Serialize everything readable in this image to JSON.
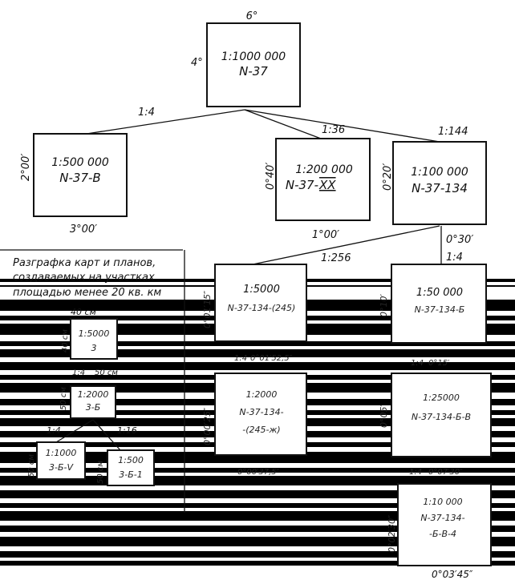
{
  "top": {
    "width_label": "6°",
    "height_label": "4°",
    "scale": "1:1000 000",
    "sheet": "N-37"
  },
  "ratios": {
    "r500": "1:4",
    "r200": "1:36",
    "r100": "1:144",
    "r50": "1:256",
    "r10k_from_100": "1:4"
  },
  "sheet500": {
    "height_label": "2°00′",
    "width_label": "3°00′",
    "scale": "1:500 000",
    "sheet": "N-37-В"
  },
  "sheet200": {
    "height_label": "0°40′",
    "width_label": "1°00′",
    "scale": "1:200 000",
    "sheet": "N-37-",
    "suffix": "XX"
  },
  "sheet100": {
    "height_label": "0°20′",
    "width_label": "0°30′",
    "scale": "1:100 000",
    "sheet": "N-37-134"
  },
  "note": {
    "line1": "Разграфка карт и планов,",
    "line2": "создаваемых на участках",
    "line3": "площадью менее 20 кв. км"
  },
  "plan5000": {
    "width_label": "40 см",
    "side_label": "40 см",
    "scale": "1:5000",
    "sheet": "3"
  },
  "plan2000": {
    "ratio": "1:4",
    "width_label": "50 см",
    "side_label": "50 см",
    "scale": "1:2000",
    "sheet": "3-Б"
  },
  "plan1000": {
    "ratio": "1:4",
    "side_label": "50 см",
    "scale": "1:1000",
    "sheet": "3-Б-V"
  },
  "plan500": {
    "ratio": "1:16",
    "side_label": "50 см",
    "scale": "1:500",
    "sheet": "3-Б-1"
  },
  "sheet5000": {
    "height_label": "0°01′15″",
    "width_label": "0°01′52,5″",
    "ratio": "1:4",
    "scale": "1:5000",
    "sheet": "N-37-134-(245)"
  },
  "sheet2000": {
    "height_label": "0°00′25″",
    "width_label": "0°00′37,5″",
    "scale": "1:2000",
    "sheet": "N-37-134-",
    "sheet2": "-(245-ж)"
  },
  "sheet50000": {
    "height_label": "0°10′",
    "width_label": "0°15′",
    "ratio": "1:4",
    "scale": "1:50 000",
    "sheet": "N-37-134-Б"
  },
  "sheet25000": {
    "height_label": "0°05′",
    "width_label": "0°07′30″",
    "ratio": "1:4",
    "scale": "1:25000",
    "sheet": "N-37-134-Б-В"
  },
  "sheet10000": {
    "height_label": "0°02′30″",
    "width_label": "0°03′45″",
    "scale": "1:10 000",
    "sheet": "N-37-134-",
    "sheet2": "-Б-В-4"
  }
}
